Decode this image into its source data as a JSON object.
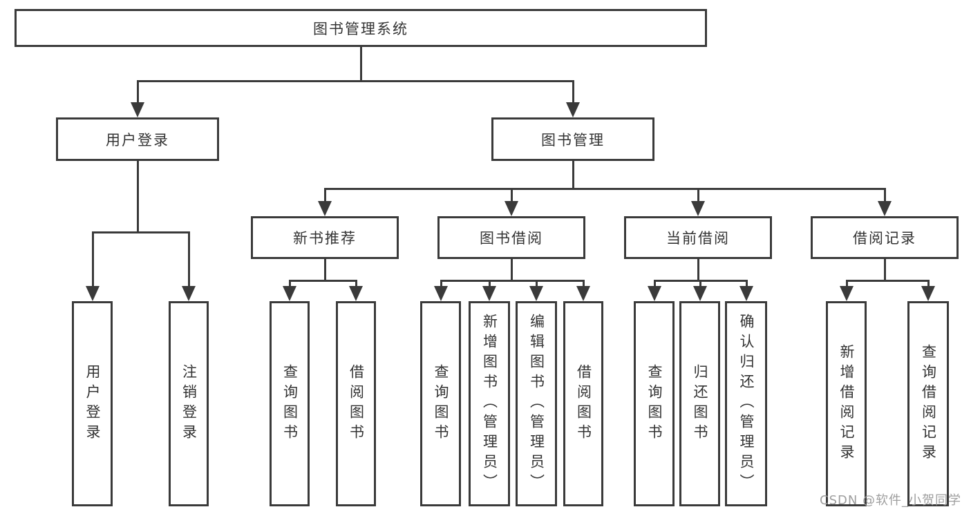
{
  "diagram": {
    "title": "图书管理系统",
    "nodes": {
      "root": "图书管理系统",
      "user_login": "用户登录",
      "book_management": "图书管理",
      "leaf_user_login": "用户登录",
      "leaf_logout": "注销登录",
      "new_book_recommend": "新书推荐",
      "book_borrowing": "图书借阅",
      "current_borrowing": "当前借阅",
      "borrow_records": "借阅记录",
      "rec_query_books": "查询图书",
      "rec_borrow_books": "借阅图书",
      "bb_query_books": "查询图书",
      "bb_add_books_admin": "新增图书（管理员）",
      "bb_edit_books_admin": "编辑图书（管理员）",
      "bb_borrow_books": "借阅图书",
      "cb_query_books": "查询图书",
      "cb_return_books": "归还图书",
      "cb_confirm_return_admin": "确认归还（管理员）",
      "br_add_record": "新增借阅记录",
      "br_query_record": "查询借阅记录"
    },
    "hierarchy": {
      "图书管理系统": {
        "用户登录": [
          "用户登录",
          "注销登录"
        ],
        "图书管理": {
          "新书推荐": [
            "查询图书",
            "借阅图书"
          ],
          "图书借阅": [
            "查询图书",
            "新增图书（管理员）",
            "编辑图书（管理员）",
            "借阅图书"
          ],
          "当前借阅": [
            "查询图书",
            "归还图书",
            "确认归还（管理员）"
          ],
          "借阅记录": [
            "新增借阅记录",
            "查询借阅记录"
          ]
        }
      }
    },
    "colors": {
      "line": "#3a3a3a",
      "text": "#333333",
      "background": "#ffffff",
      "watermark_text": "#9e9e9e"
    }
  },
  "watermark": {
    "text": "CSDN @软件_小贺同学"
  }
}
